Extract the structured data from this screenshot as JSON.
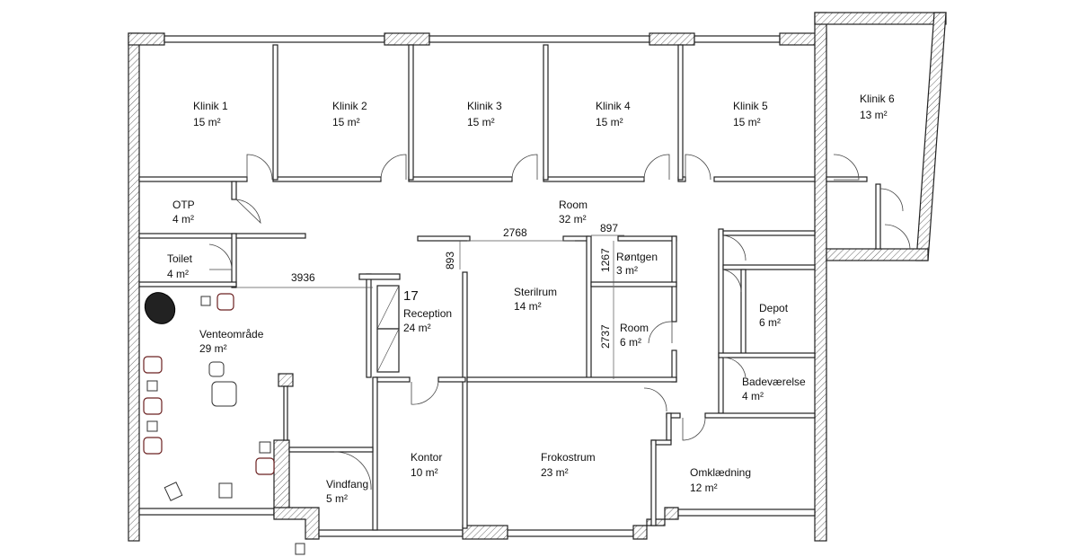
{
  "rooms": {
    "klinik1": {
      "name": "Klinik 1",
      "area": "15 m²"
    },
    "klinik2": {
      "name": "Klinik 2",
      "area": "15 m²"
    },
    "klinik3": {
      "name": "Klinik 3",
      "area": "15 m²"
    },
    "klinik4": {
      "name": "Klinik 4",
      "area": "15 m²"
    },
    "klinik5": {
      "name": "Klinik 5",
      "area": "15 m²"
    },
    "klinik6": {
      "name": "Klinik 6",
      "area": "13 m²"
    },
    "otp": {
      "name": "OTP",
      "area": "4 m²"
    },
    "toilet": {
      "name": "Toilet",
      "area": "4 m²"
    },
    "room32": {
      "name": "Room",
      "area": "32 m²"
    },
    "venteomraade": {
      "name": "Venteområde",
      "area": "29 m²"
    },
    "reception": {
      "number": "17",
      "name": "Reception",
      "area": "24 m²"
    },
    "sterilrum": {
      "name": "Sterilrum",
      "area": "14 m²"
    },
    "rontgen": {
      "name": "Røntgen",
      "area": "3 m²"
    },
    "room6": {
      "name": "Room",
      "area": "6 m²"
    },
    "depot": {
      "name": "Depot",
      "area": "6 m²"
    },
    "badevaerelse": {
      "name": "Badeværelse",
      "area": "4 m²"
    },
    "kontor": {
      "name": "Kontor",
      "area": "10 m²"
    },
    "frokostrum": {
      "name": "Frokostrum",
      "area": "23 m²"
    },
    "omklaedning": {
      "name": "Omklædning",
      "area": "12 m²"
    },
    "vindfang": {
      "name": "Vindfang",
      "area": "5 m²"
    }
  },
  "dimensions": {
    "d3936": "3936",
    "d2768": "2768",
    "d897": "897",
    "d893": "893",
    "d1267": "1267",
    "d2737": "2737"
  }
}
